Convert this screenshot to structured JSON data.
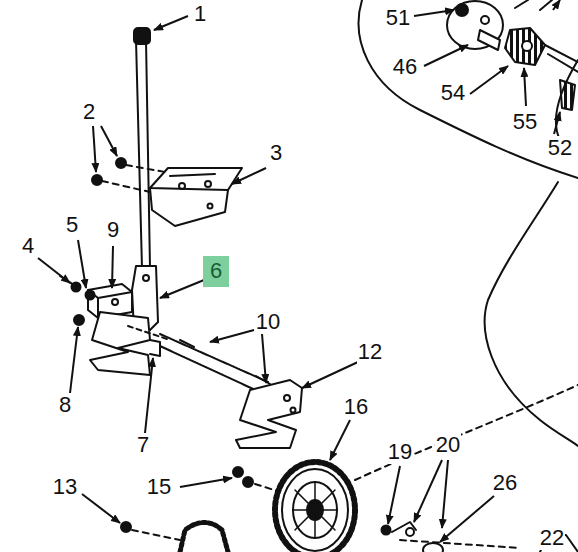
{
  "diagram": {
    "nodes": [
      {
        "text": [
          "6"
        ]
      }
    ],
    "labels": [
      "1",
      "2",
      "3",
      "4",
      "5",
      "9",
      "10",
      "12",
      "8",
      "7",
      "16",
      "13",
      "15",
      "19",
      "20",
      "26",
      "22",
      "51",
      "46",
      "54",
      "55",
      "52"
    ]
  }
}
